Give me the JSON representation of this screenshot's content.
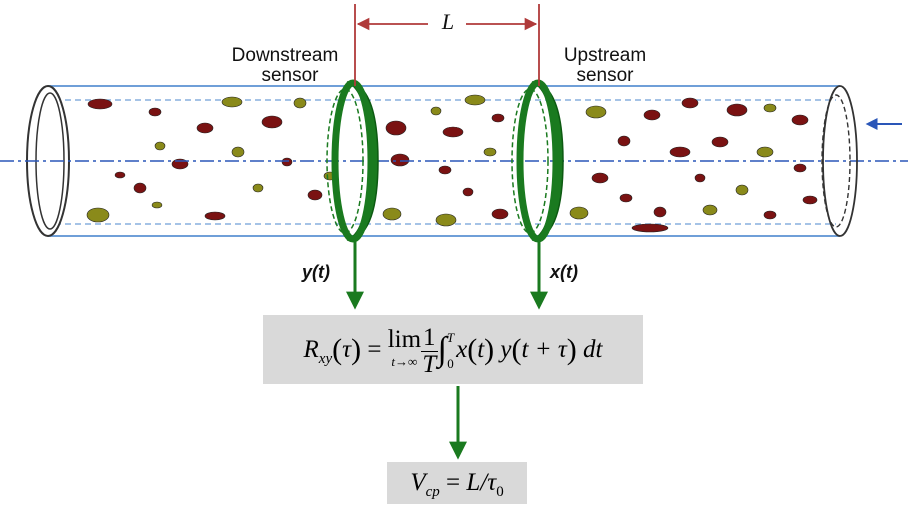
{
  "labels": {
    "length": "L",
    "downstream": [
      "Downstream",
      "sensor"
    ],
    "upstream": [
      "Upstream",
      "sensor"
    ],
    "signal_y": "y(t)",
    "signal_x": "x(t)"
  },
  "formula_correlation": {
    "lhs_symbol": "R",
    "lhs_sub": "xy",
    "lhs_arg": "τ",
    "lim": "lim",
    "lim_under": "t→∞",
    "frac_num": "1",
    "frac_den": "T",
    "int_upper": "T",
    "int_lower": "0",
    "integrand_x": "x",
    "integrand_y": "y",
    "arg_t": "t",
    "arg_shift": "t + τ",
    "dt": "dt"
  },
  "formula_velocity": {
    "symbol": "V",
    "sub": "cp",
    "rhs": "L/τ",
    "rhs_sub": "0"
  },
  "colors": {
    "pipe_line": "#6f9fd8",
    "pipe_dash": "#6f9fd8",
    "axis": "#2a56b8",
    "sensor": "#1a7a1f",
    "sensor_dark": "#0d5a12",
    "bracket": "#b03a3a",
    "flow_arrow": "#2a56b8",
    "particle_red": "#7a1212",
    "particle_olive": "#8a8a1a",
    "box": "#d9d9d9"
  }
}
